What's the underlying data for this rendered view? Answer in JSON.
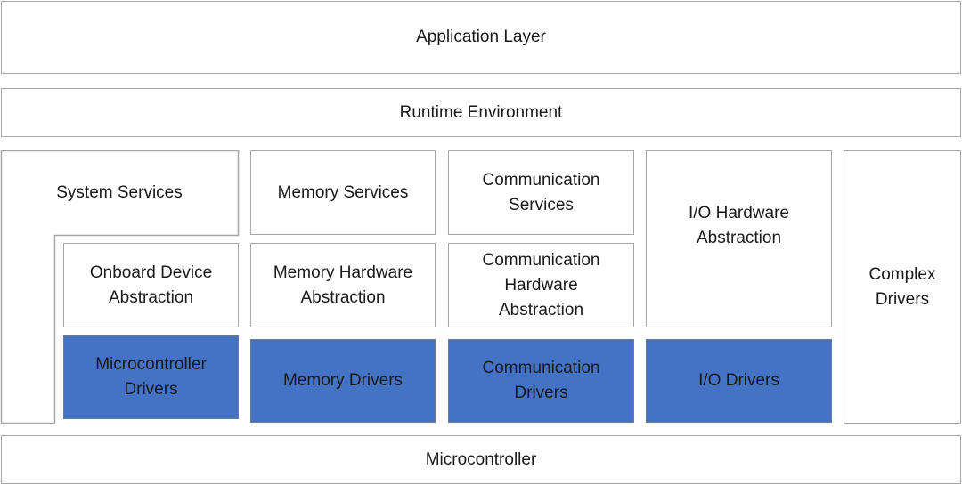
{
  "layers": {
    "application": "Application Layer",
    "runtime": "Runtime Environment",
    "microcontroller": "Microcontroller"
  },
  "services": {
    "system": "System Services",
    "memory": "Memory Services",
    "communication": "Communication\nServices"
  },
  "abstraction": {
    "onboard": "Onboard Device\nAbstraction",
    "memory": "Memory Hardware\nAbstraction",
    "communication": "Communication\nHardware\nAbstraction",
    "io": "I/O Hardware\nAbstraction"
  },
  "drivers": {
    "microcontroller": "Microcontroller\nDrivers",
    "memory": "Memory Drivers",
    "communication": "Communication\nDrivers",
    "io": "I/O Drivers"
  },
  "complex": "Complex\nDrivers",
  "colors": {
    "driver_fill": "#4472c4",
    "border": "#a6a6a6"
  }
}
